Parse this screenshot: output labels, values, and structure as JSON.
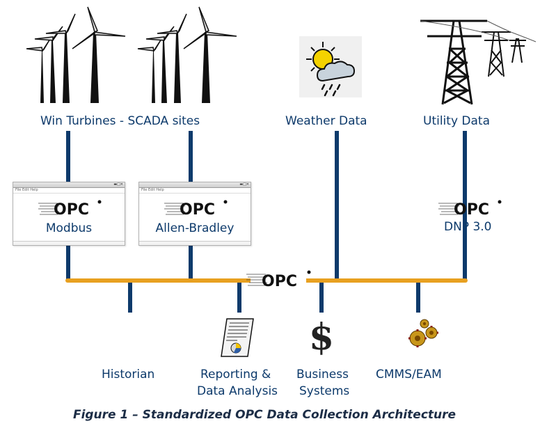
{
  "labels": {
    "turbines": "Win Turbines - SCADA sites",
    "weather": "Weather Data",
    "utility": "Utility Data",
    "modbus": "Modbus",
    "allen_bradley": "Allen-Bradley",
    "dnp": "DNP 3.0",
    "historian": "Historian",
    "reporting_line1": "Reporting &",
    "reporting_line2": "Data Analysis",
    "business_line1": "Business",
    "business_line2": "Systems",
    "cmms": "CMMS/EAM"
  },
  "opc_logo_text": "OPC",
  "window_menu": "File  Edit  Help",
  "caption": "Figure 1 – Standardized OPC Data Collection Architecture",
  "colors": {
    "connector": "#0d3a6b",
    "bus": "#e8a020",
    "label": "#0d3a6b"
  },
  "icons": [
    "wind-turbine-icon",
    "weather-icon",
    "power-tower-icon",
    "opc-logo",
    "document-icon",
    "dollar-icon",
    "gears-icon"
  ]
}
